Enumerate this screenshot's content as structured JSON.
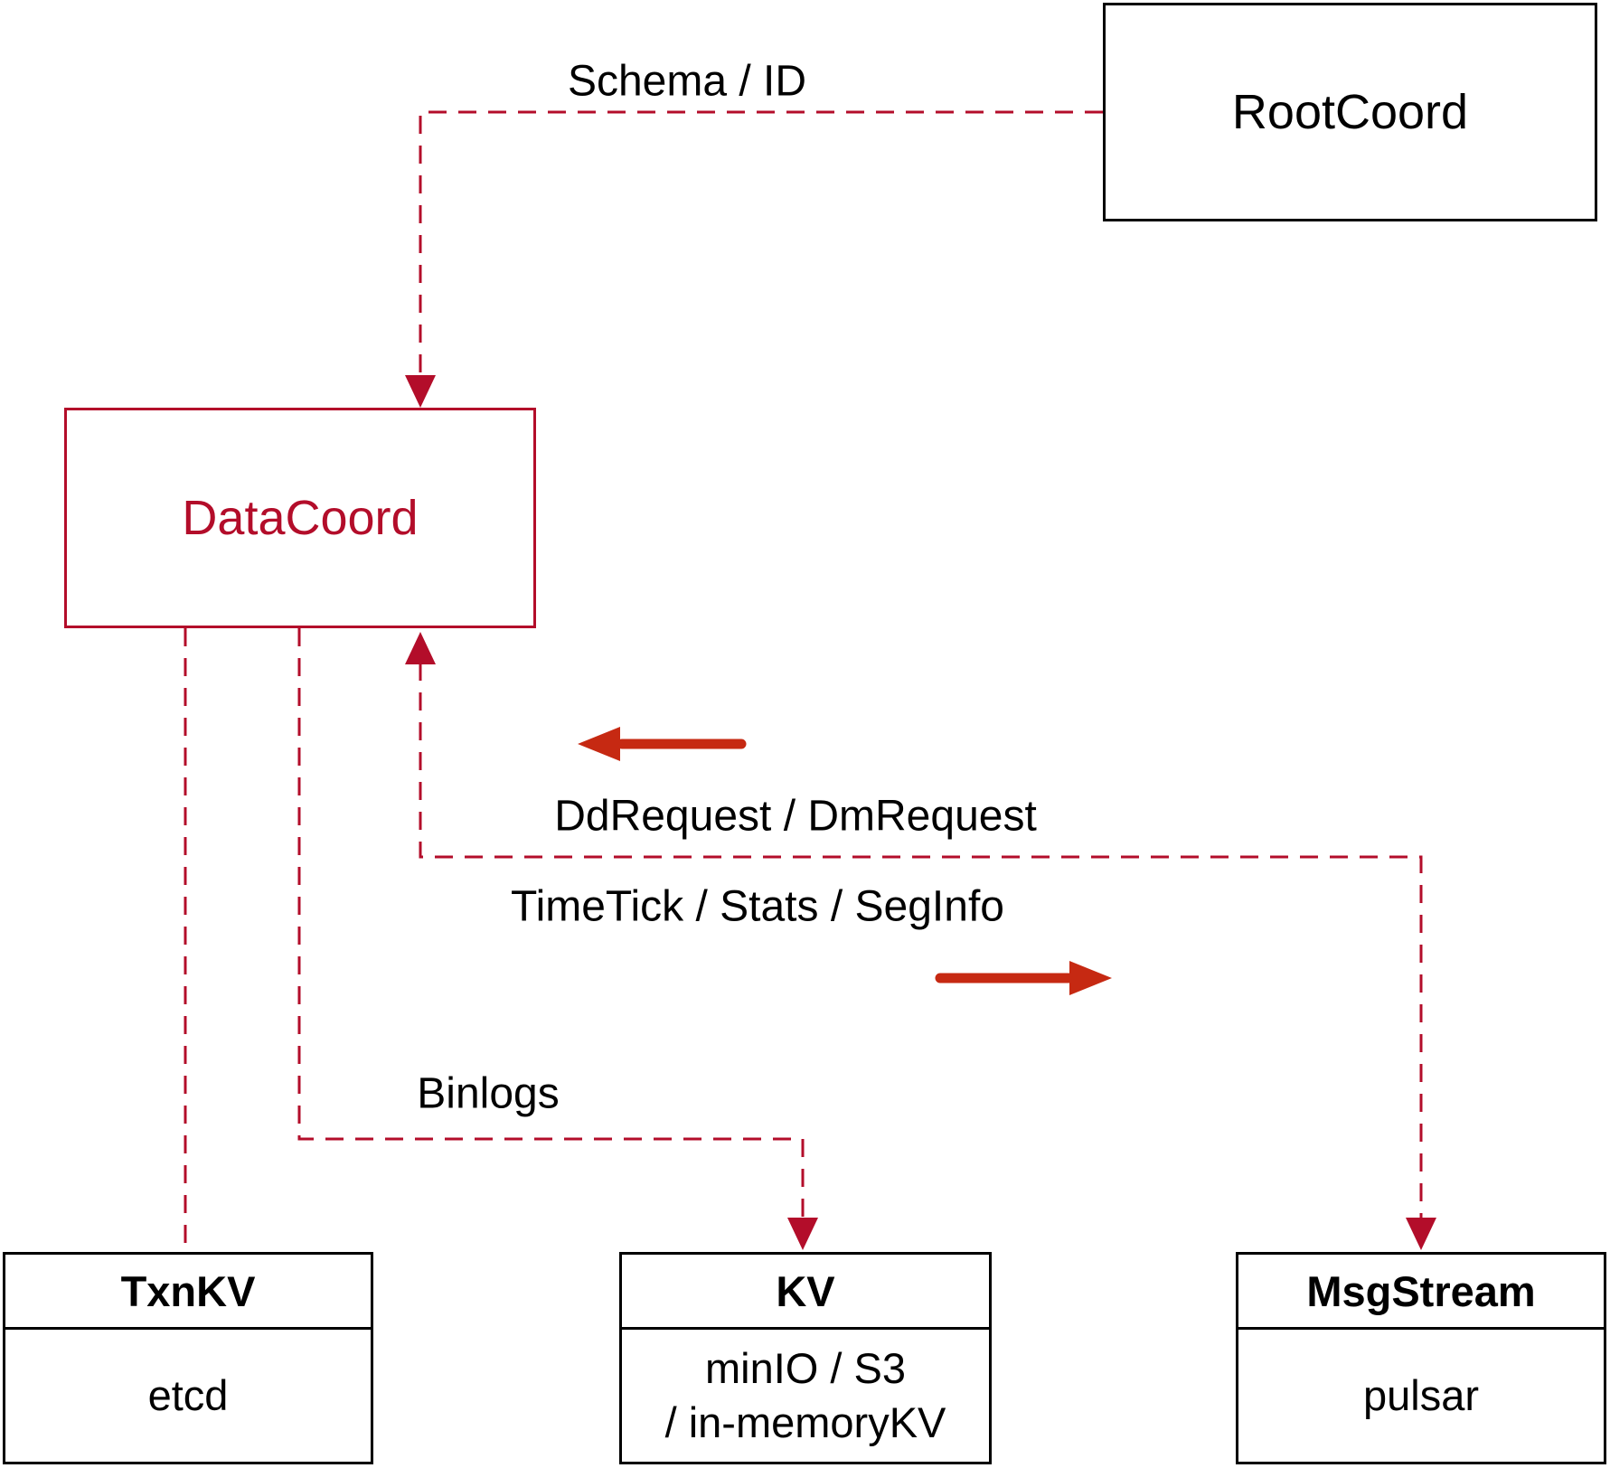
{
  "diagram": {
    "boxes": {
      "root_coord": {
        "label": "RootCoord"
      },
      "data_coord": {
        "label": "DataCoord"
      },
      "txn_kv": {
        "title": "TxnKV",
        "body": "etcd"
      },
      "kv": {
        "title": "KV",
        "body_line1": "minIO / S3",
        "body_line2": "/ in-memoryKV"
      },
      "msg_stream": {
        "title": "MsgStream",
        "body": "pulsar"
      }
    },
    "edge_labels": {
      "schema_id": "Schema / ID",
      "dd_request": "DdRequest / DmRequest",
      "time_tick": "TimeTick / Stats / SegInfo",
      "binlogs": "Binlogs"
    },
    "colors": {
      "background": "#ffffff",
      "text": "#000000",
      "box-border": "#000000",
      "dashed-line": "#b30d2a",
      "data-coord-accent": "#b30d2a",
      "bold-arrow": "#c62912"
    }
  }
}
